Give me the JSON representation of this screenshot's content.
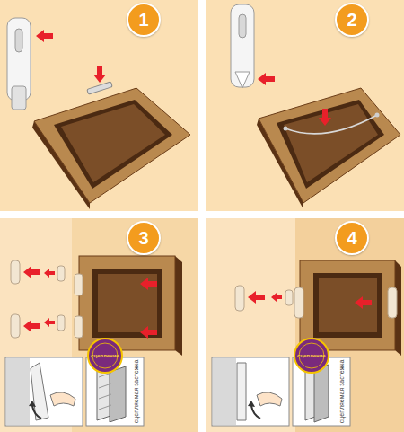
{
  "diagram": {
    "nodes": [
      {
        "text": [
          "1"
        ]
      },
      {
        "text": [
          "2"
        ]
      },
      {
        "text": [
          "3"
        ]
      },
      {
        "text": [
          "4"
        ]
      }
    ],
    "labels": [
      "сцепление",
      "сцепляемая застежка",
      "сцепление",
      "сцепляемая застежка"
    ]
  }
}
